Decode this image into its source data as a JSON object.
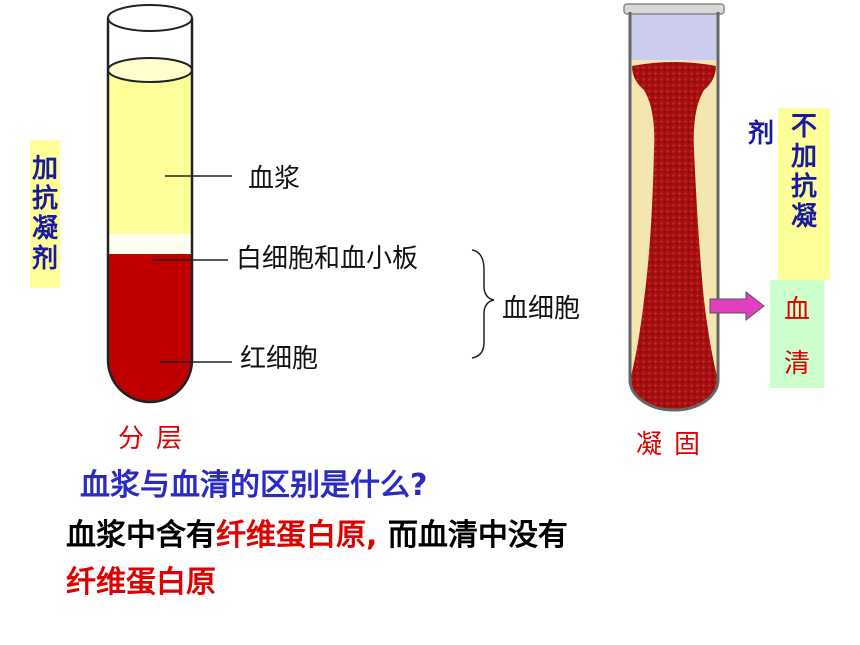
{
  "left_tube": {
    "side_label": [
      "加",
      "抗",
      "凝",
      "剂"
    ],
    "plasma_label": "血浆",
    "wbc_label": "白细胞和血小板",
    "rbc_label": "红细胞",
    "group_label": "血细胞",
    "caption": "分层"
  },
  "right_tube": {
    "side_label_prefix": "剂",
    "side_label": [
      "不",
      "加",
      "抗",
      "凝"
    ],
    "serum_label": [
      "血",
      "清"
    ],
    "caption": "凝固"
  },
  "question": "血浆与血清的区别是什么?",
  "answer": {
    "part1": "血浆中含有",
    "part2": "纤维蛋白原",
    "part3": ", ",
    "part4": "而血清中没有",
    "part5": "纤维蛋白原"
  },
  "colors": {
    "plasma": "#ffff99",
    "blood": "#c00000",
    "question": "#2b2bc4",
    "highlight": "#e00000",
    "serum_bg": "#ccffcc",
    "arrow": "#e040c0"
  }
}
